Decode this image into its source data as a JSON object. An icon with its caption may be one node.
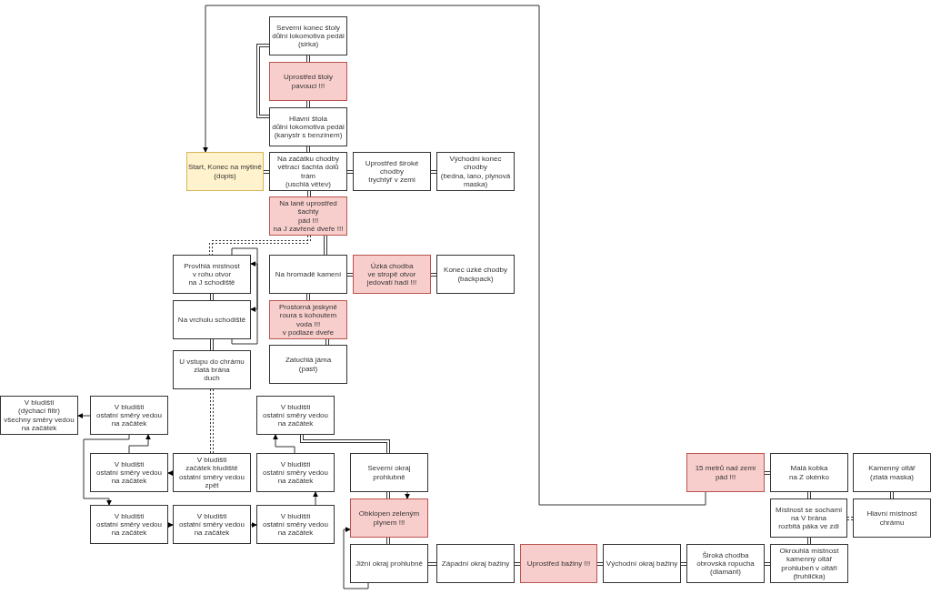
{
  "diagram": {
    "nodes": [
      {
        "text": [
          "Severní konec štoly",
          "důlní lokomotiva pedál",
          "(sirka)"
        ]
      },
      {
        "text": [
          "Uprostřed štoly",
          "pavouci !!!"
        ]
      },
      {
        "text": [
          "Hlavní štola",
          "důlní lokomotiva pedál",
          "(kanystr s benzínem)"
        ]
      },
      {
        "text": [
          "Start, Konec na mýtině",
          "(dopis)"
        ]
      },
      {
        "text": [
          "Na začátku chodby",
          "větrací šachta dolů trám",
          "(uschlá větev)"
        ]
      },
      {
        "text": [
          "Uprostřed široké chodby",
          "trychtýř v zemi"
        ]
      },
      {
        "text": [
          "Východní konec chodby",
          "(bedna, lano, plynová maska)"
        ]
      },
      {
        "text": [
          "Na laně uprostřed šachty",
          "pád !!!",
          "na J zavřené dveře !!!"
        ]
      },
      {
        "text": [
          "Provlhlá místnost",
          "v rohu otvor",
          "na J schodiště"
        ]
      },
      {
        "text": [
          "Na hromadě kamení"
        ]
      },
      {
        "text": [
          "Úzká chodba",
          "ve stropě otvor",
          "jedovatí hadi !!!"
        ]
      },
      {
        "text": [
          "Konec úzké chodby",
          "(backpack)"
        ]
      },
      {
        "text": [
          "Na vrcholu schodiště"
        ]
      },
      {
        "text": [
          "Prostorná jeskyně",
          "roura s kohoutem",
          "voda !!!",
          "v podlaze dveře"
        ]
      },
      {
        "text": [
          "U vstupu do chrámu",
          "zlatá brána",
          "duch"
        ]
      },
      {
        "text": [
          "Zatuchlá jáma",
          "(past)"
        ]
      },
      {
        "text": [
          "V bludišti",
          "(dýchací filtr)",
          "všechny směry vedou na začátek"
        ]
      },
      {
        "text": [
          "V bludišti",
          "ostatní směry vedou na začátek"
        ]
      },
      {
        "text": [
          "V bludišti",
          "ostatní směry vedou na začátek"
        ]
      },
      {
        "text": [
          "V bludišti",
          "ostatní směry vedou na začátek"
        ]
      },
      {
        "text": [
          "V bludišti",
          "začátek bludiště",
          "ostatní směry vedou zpět"
        ]
      },
      {
        "text": [
          "V bludišti",
          "ostatní směry vedou na začátek"
        ]
      },
      {
        "text": [
          "Severní okraj prohlubně"
        ]
      },
      {
        "text": [
          "V bludišti",
          "ostatní směry vedou na začátek"
        ]
      },
      {
        "text": [
          "V bludišti",
          "ostatní směry vedou na začátek"
        ]
      },
      {
        "text": [
          "V bludišti",
          "ostatní směry vedou na začátek"
        ]
      },
      {
        "text": [
          "Obklopen zeleným plynem !!!"
        ]
      },
      {
        "text": [
          "15 metrů nad zemí",
          "pád !!!"
        ]
      },
      {
        "text": [
          "Malá kobka",
          "na Z okénko"
        ]
      },
      {
        "text": [
          "Kamenný oltář",
          "(zlatá maska)"
        ]
      },
      {
        "text": [
          "Místnost se sochami",
          "na V brána",
          "rozbitá páka ve zdi"
        ]
      },
      {
        "text": [
          "Hlavní místnost chrámu"
        ]
      },
      {
        "text": [
          "Jižní okraj prohlubně"
        ]
      },
      {
        "text": [
          "Západní okraj bažiny"
        ]
      },
      {
        "text": [
          "Uprostřed bažiny !!!"
        ]
      },
      {
        "text": [
          "Východní okraj bažiny"
        ]
      },
      {
        "text": [
          "Široká chodba",
          "obrovská ropucha",
          "(diamant)"
        ]
      },
      {
        "text": [
          "Okrouhlá místnost",
          "kamenný oltář",
          "prohlubeň v oltáři",
          "(truhlička)"
        ]
      }
    ],
    "edges": [
      {
        "from": 0,
        "to": 1,
        "arrow": "none"
      },
      {
        "from": 1,
        "to": 2,
        "arrow": "none"
      },
      {
        "from": 0,
        "to": 2,
        "arrow": "none"
      },
      {
        "from": 2,
        "to": 4,
        "arrow": "none"
      },
      {
        "from": 3,
        "to": 4,
        "arrow": "none"
      },
      {
        "from": 4,
        "to": 5,
        "arrow": "none"
      },
      {
        "from": 5,
        "to": 6,
        "arrow": "none"
      },
      {
        "from": 4,
        "to": 7,
        "arrow": "none"
      },
      {
        "from": 7,
        "to": 9,
        "arrow": "none"
      },
      {
        "from": 7,
        "to": 8,
        "arrow": "none",
        "style": "dashed"
      },
      {
        "from": 9,
        "to": 10,
        "arrow": "none"
      },
      {
        "from": 10,
        "to": 11,
        "arrow": "none"
      },
      {
        "from": 9,
        "to": 13,
        "arrow": "none"
      },
      {
        "from": 13,
        "to": 15,
        "arrow": "none"
      },
      {
        "from": 8,
        "to": 12,
        "arrow": "none"
      },
      {
        "from": 12,
        "to": 14,
        "arrow": "none"
      },
      {
        "from": 8,
        "to": 12,
        "arrow": "to"
      },
      {
        "from": 12,
        "to": 8,
        "arrow": "to"
      },
      {
        "from": 14,
        "to": 20,
        "arrow": "none",
        "style": "dashed"
      },
      {
        "from": 17,
        "to": 16,
        "arrow": "to"
      },
      {
        "from": 19,
        "to": 17,
        "arrow": "to"
      },
      {
        "from": 17,
        "to": 23,
        "arrow": "to"
      },
      {
        "from": 20,
        "to": 19,
        "arrow": "to"
      },
      {
        "from": 23,
        "to": 24,
        "arrow": "to"
      },
      {
        "from": 24,
        "to": 25,
        "arrow": "to"
      },
      {
        "from": 25,
        "to": 21,
        "arrow": "to"
      },
      {
        "from": 21,
        "to": 18,
        "arrow": "to"
      },
      {
        "from": 18,
        "to": 22,
        "arrow": "none"
      },
      {
        "from": 22,
        "to": 26,
        "arrow": "none"
      },
      {
        "from": 22,
        "to": 26,
        "arrow": "to"
      },
      {
        "from": 26,
        "to": 32,
        "arrow": "none"
      },
      {
        "from": 32,
        "to": 26,
        "arrow": "to"
      },
      {
        "from": 32,
        "to": 33,
        "arrow": "none"
      },
      {
        "from": 33,
        "to": 34,
        "arrow": "none"
      },
      {
        "from": 34,
        "to": 35,
        "arrow": "none"
      },
      {
        "from": 35,
        "to": 36,
        "arrow": "none"
      },
      {
        "from": 36,
        "to": 37,
        "arrow": "none"
      },
      {
        "from": 37,
        "to": 30,
        "arrow": "none"
      },
      {
        "from": 30,
        "to": 28,
        "arrow": "none"
      },
      {
        "from": 28,
        "to": 27,
        "arrow": "none"
      },
      {
        "from": 29,
        "to": 31,
        "arrow": "none"
      },
      {
        "from": 30,
        "to": 31,
        "arrow": "none",
        "style": "dashed"
      },
      {
        "from": 27,
        "to": 3,
        "arrow": "to"
      }
    ]
  }
}
